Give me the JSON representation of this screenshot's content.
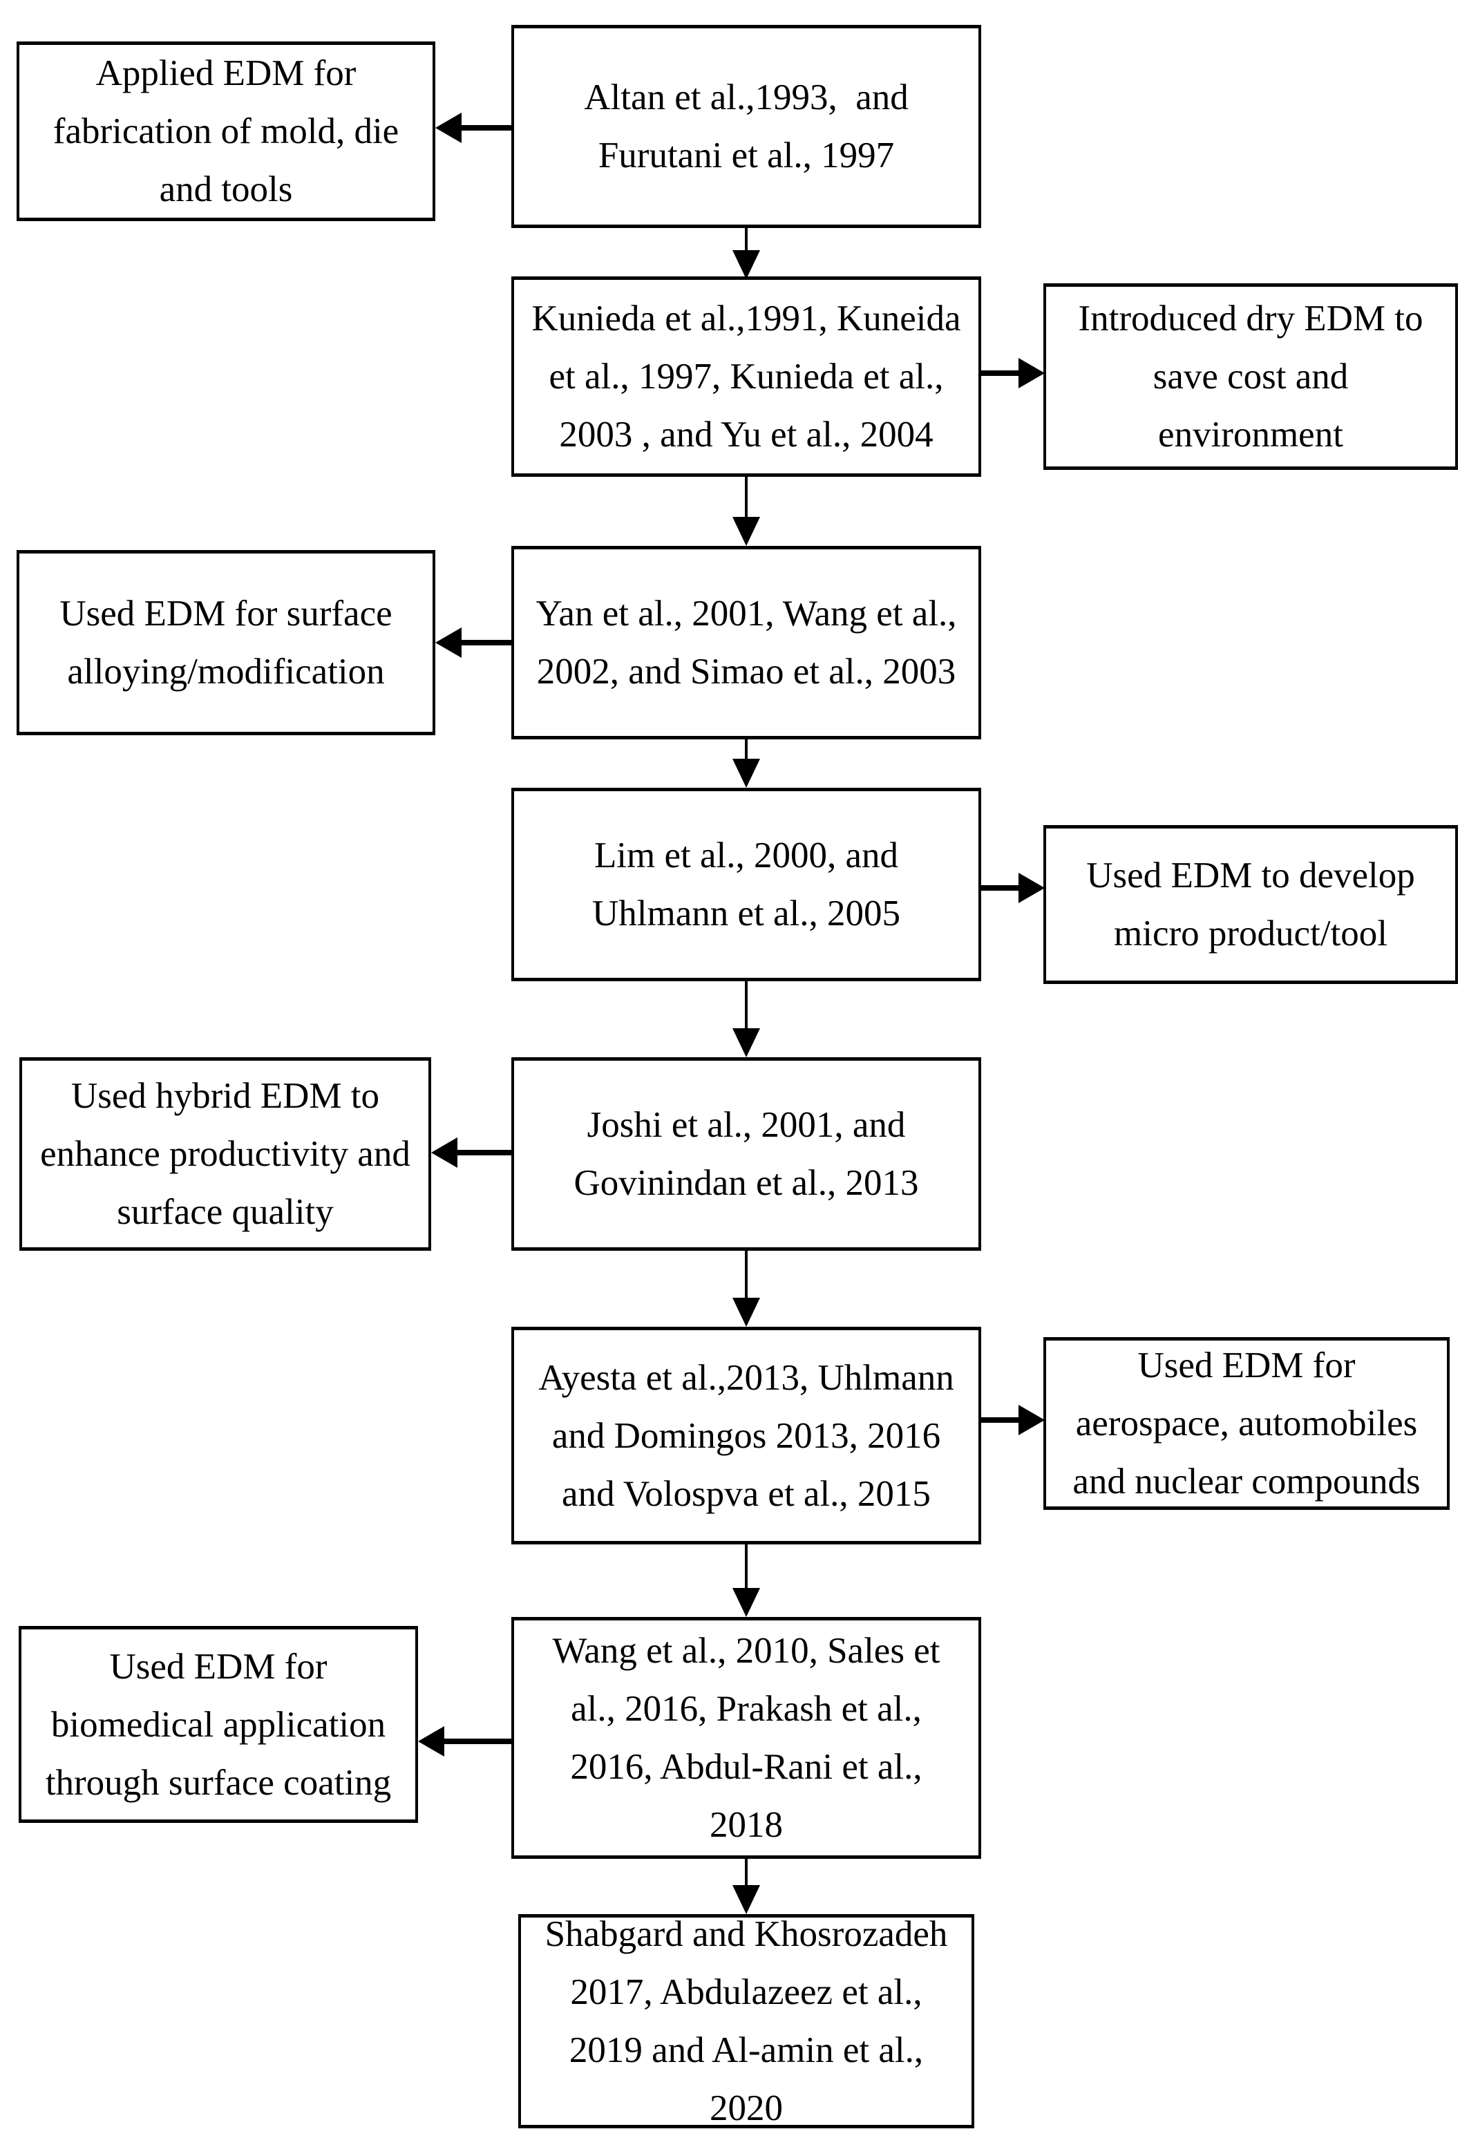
{
  "page": {
    "background_color": "#ffffff",
    "box_border_color": "#000000",
    "text_color": "#000000"
  },
  "flow": {
    "center": [
      {
        "name": "altan-furutani",
        "text": "Altan et al.,1993,  and\nFurutani et al., 1997"
      },
      {
        "name": "kunieda-yu",
        "text": "Kunieda et al.,1991, Kuneida\net al., 1997, Kunieda et al.,\n2003 , and Yu et al., 2004"
      },
      {
        "name": "yan-wang-simao",
        "text": "Yan et al., 2001, Wang et al.,\n2002, and Simao et al., 2003"
      },
      {
        "name": "lim-uhlmann",
        "text": "Lim et al., 2000, and\nUhlmann et al., 2005"
      },
      {
        "name": "joshi-govinindan",
        "text": "Joshi et al., 2001, and\nGovinindan et al., 2013"
      },
      {
        "name": "ayesta-uhlmann-volospva",
        "text": "Ayesta et al.,2013, Uhlmann\nand Domingos 2013, 2016\nand Volospva et al., 2015"
      },
      {
        "name": "wang-sales-prakash-abdulrani",
        "text": "Wang et al., 2010, Sales et\nal., 2016, Prakash et al.,\n2016, Abdul-Rani et al.,\n2018"
      },
      {
        "name": "shabgard-abdulazeez-alamin",
        "text": "Shabgard and Khosrozadeh\n2017, Abdulazeez et al.,\n2019 and Al-amin et al.,\n2020"
      }
    ],
    "left": [
      {
        "name": "applied-edm-mold-die-tools",
        "text": "Applied EDM for\nfabrication of mold, die\nand tools"
      },
      {
        "name": "edm-surface-alloying",
        "text": "Used EDM for surface\nalloying/modification"
      },
      {
        "name": "hybrid-edm-productivity",
        "text": "Used hybrid EDM to\nenhance productivity and\nsurface quality"
      },
      {
        "name": "edm-biomedical-coating",
        "text": "Used EDM for\nbiomedical application\nthrough surface coating"
      }
    ],
    "right": [
      {
        "name": "dry-edm-cost-environment",
        "text": "Introduced dry EDM to\nsave cost and\nenvironment"
      },
      {
        "name": "edm-micro-product-tool",
        "text": "Used EDM to develop\nmicro product/tool"
      },
      {
        "name": "edm-aerospace-automobiles-nuclear",
        "text": "Used EDM for\naerospace, automobiles\nand nuclear compounds"
      }
    ],
    "connections": [
      {
        "from": "altan-furutani",
        "to": "applied-edm-mold-die-tools",
        "direction": "left"
      },
      {
        "from": "altan-furutani",
        "to": "kunieda-yu",
        "direction": "down"
      },
      {
        "from": "kunieda-yu",
        "to": "dry-edm-cost-environment",
        "direction": "right"
      },
      {
        "from": "kunieda-yu",
        "to": "yan-wang-simao",
        "direction": "down"
      },
      {
        "from": "yan-wang-simao",
        "to": "edm-surface-alloying",
        "direction": "left"
      },
      {
        "from": "yan-wang-simao",
        "to": "lim-uhlmann",
        "direction": "down"
      },
      {
        "from": "lim-uhlmann",
        "to": "edm-micro-product-tool",
        "direction": "right"
      },
      {
        "from": "lim-uhlmann",
        "to": "joshi-govinindan",
        "direction": "down"
      },
      {
        "from": "joshi-govinindan",
        "to": "hybrid-edm-productivity",
        "direction": "left"
      },
      {
        "from": "joshi-govinindan",
        "to": "ayesta-uhlmann-volospva",
        "direction": "down"
      },
      {
        "from": "ayesta-uhlmann-volospva",
        "to": "edm-aerospace-automobiles-nuclear",
        "direction": "right"
      },
      {
        "from": "ayesta-uhlmann-volospva",
        "to": "wang-sales-prakash-abdulrani",
        "direction": "down"
      },
      {
        "from": "wang-sales-prakash-abdulrani",
        "to": "edm-biomedical-coating",
        "direction": "left"
      },
      {
        "from": "wang-sales-prakash-abdulrani",
        "to": "shabgard-abdulazeez-alamin",
        "direction": "down"
      }
    ]
  }
}
